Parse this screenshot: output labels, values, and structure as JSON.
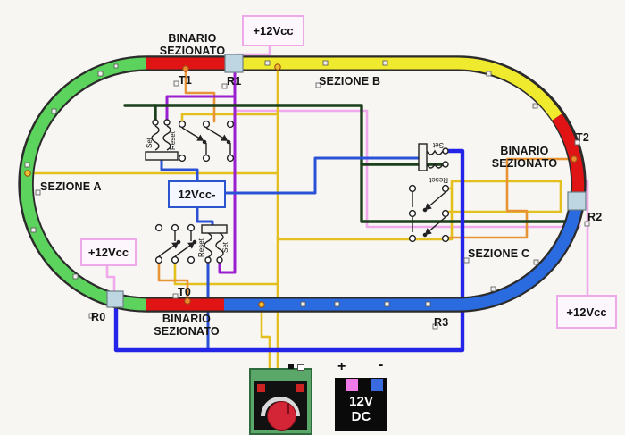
{
  "title": "Oval track wiring diagram with sectioned blocks",
  "sections": {
    "a": "SEZIONE A",
    "b": "SEZIONE B",
    "c": "SEZIONE C"
  },
  "sectioned_track": {
    "line1": "BINARIO",
    "line2": "SEZIONATO"
  },
  "points": {
    "t0": "T0",
    "t1": "T1",
    "t2": "T2",
    "r0": "R0",
    "r1": "R1",
    "r2": "R2",
    "r3": "R3"
  },
  "supplies": {
    "plus12": "+12Vcc",
    "minus12": "12Vcc-"
  },
  "relays": {
    "set_label": "Set",
    "reset_label": "Reset"
  },
  "psu": {
    "plus": "+",
    "minus": "-",
    "line1": "12V",
    "line2": "DC"
  },
  "colors": {
    "track_green": "#5cd35c",
    "track_yellow": "#f0ea2e",
    "track_red": "#e01414",
    "track_blue": "#2a6be0",
    "connector_block": "#bdd6e2",
    "wire_yellow": "#e3c01e",
    "wire_orange": "#e89434",
    "wire_purple": "#9a1fd0",
    "wire_blue": "#2b52d6",
    "wire_blue_loop": "#2424e8",
    "wire_dark_green": "#1c3f1c",
    "wire_pink": "#efa9ec",
    "psu_terminal_pink": "#f07ae8",
    "psu_terminal_blue": "#3a6ae0"
  }
}
